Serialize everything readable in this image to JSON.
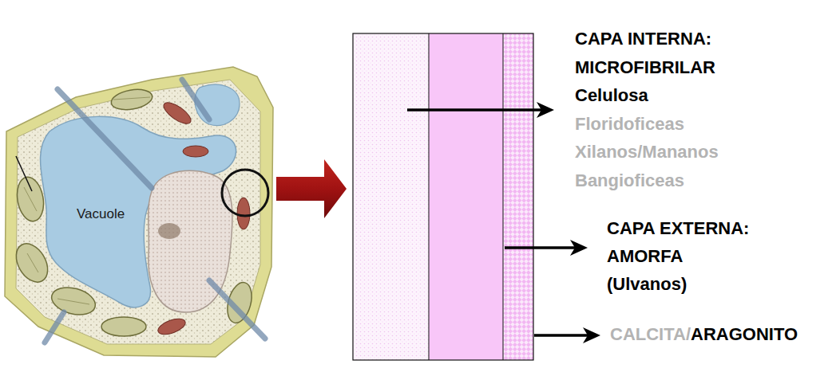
{
  "diagram": {
    "labels": [
      "Vacuole",
      "CAPA INTERNA:",
      "MICROFIBRILAR",
      "Celulosa",
      "Floridoficeas",
      "Xilanos/Mananos",
      "Bangioficeas",
      "CAPA EXTERNA:",
      "AMORFA",
      "(Ulvanos)",
      "CALCITA/",
      "ARAGONITO"
    ]
  }
}
